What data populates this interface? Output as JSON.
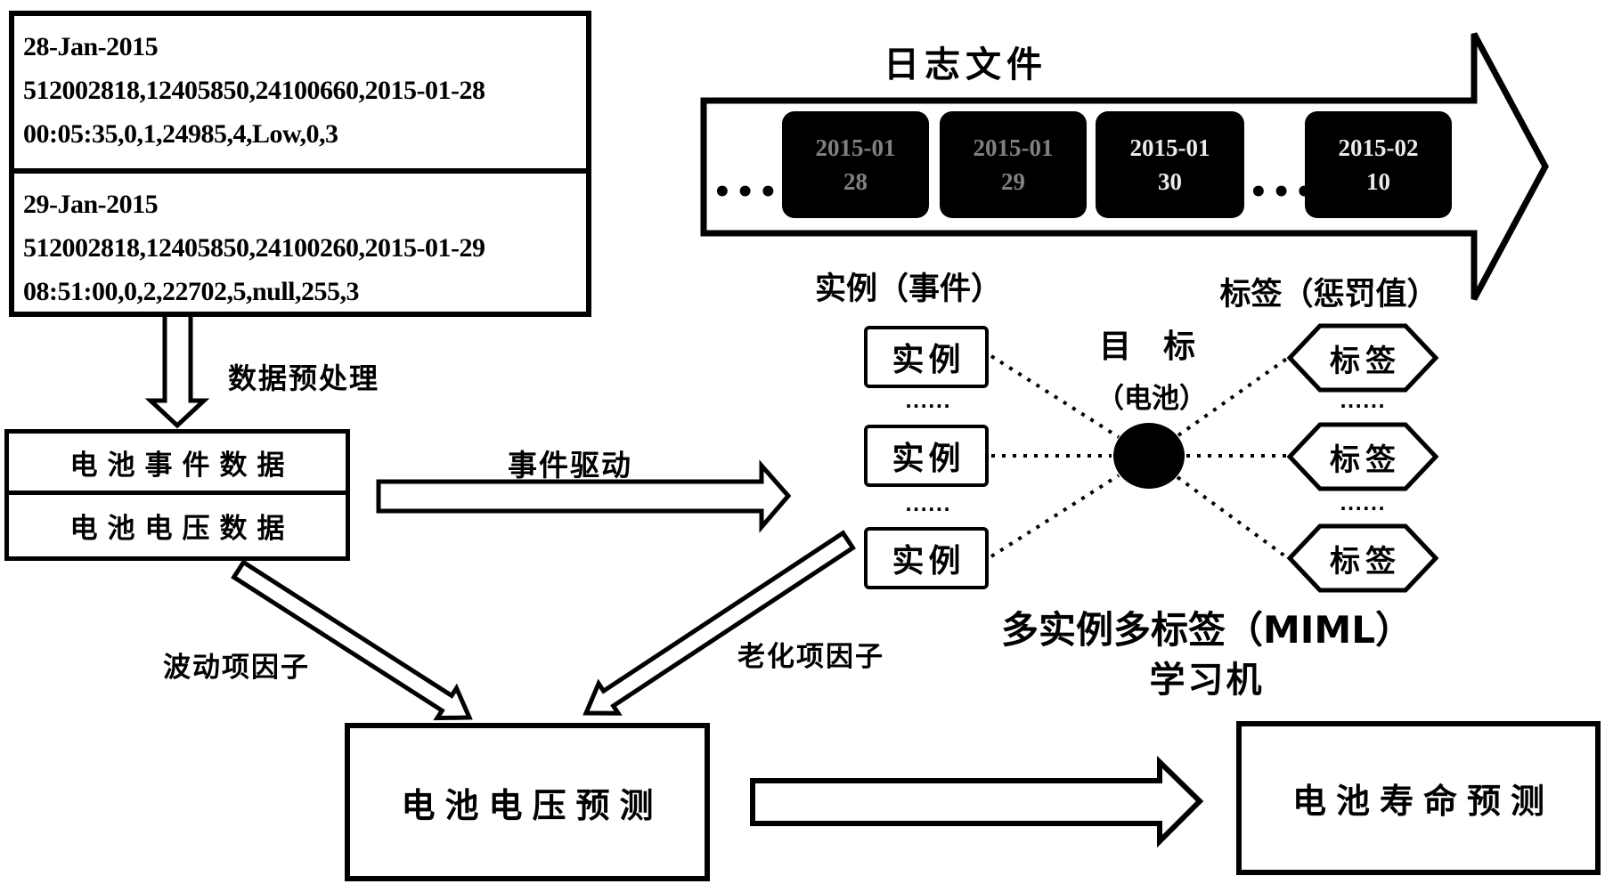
{
  "colors": {
    "ink": "#000000",
    "paper": "#ffffff",
    "file_box_bg": "#000000",
    "file_text": "#ffffff"
  },
  "sample_box": {
    "records": [
      {
        "date": "28-Jan-2015",
        "line1": "512002818,12405850,24100660,2015-01-28",
        "line2": "00:05:35,0,1,24985,4,Low,0,3"
      },
      {
        "date": "29-Jan-2015",
        "line1": "512002818,12405850,24100260,2015-01-29",
        "line2": "08:51:00,0,2,22702,5,null,255,3"
      }
    ]
  },
  "timeline": {
    "title": "日志文件",
    "dots_left": "•••",
    "dots_right": "•••",
    "files": [
      {
        "month": "2015-01",
        "day": "28"
      },
      {
        "month": "2015-01",
        "day": "29"
      },
      {
        "month": "2015-01",
        "day": "30"
      },
      {
        "month": "2015-02",
        "day": "10"
      }
    ]
  },
  "preprocess_label": "数据预处理",
  "data_box": {
    "row1": "电池事件数据",
    "row2": "电池电压数据"
  },
  "event_driven_label": "事件驱动",
  "miml": {
    "instances_title": "实例（事件）",
    "instance": "实例",
    "between_dots": "······",
    "target_line1": "目　标",
    "target_line2": "（电池）",
    "labels_title": "标签（惩罚值）",
    "label": "标签",
    "machine_line1": "多实例多标签（MIML）",
    "machine_line2": "学习机"
  },
  "factor_labels": {
    "fluctuation": "波动项因子",
    "aging": "老化项因子"
  },
  "result_boxes": {
    "voltage": "电池电压预测",
    "life": "电池寿命预测"
  }
}
